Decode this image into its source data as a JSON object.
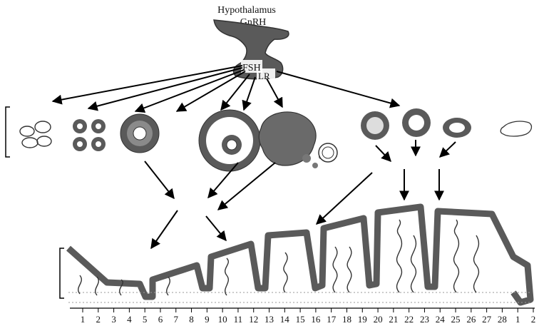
{
  "header": {
    "title_line1": "Hypothalamus",
    "title_line2": "GnRH"
  },
  "pituitary": {
    "fsh_label": "FSH",
    "lh_label": "LR"
  },
  "day_axis": {
    "labels": [
      "1",
      "2",
      "3",
      "4",
      "5",
      "6",
      "7",
      "8",
      "9",
      "10",
      "11",
      "12",
      "13",
      "14",
      "15",
      "16",
      "17",
      "18",
      "19",
      "20",
      "21",
      "22",
      "23",
      "24",
      "25",
      "26",
      "27",
      "28",
      "1",
      "2"
    ]
  },
  "colors": {
    "tissue": "#5a5a5a",
    "outline": "#333333",
    "arrow": "#000000"
  }
}
